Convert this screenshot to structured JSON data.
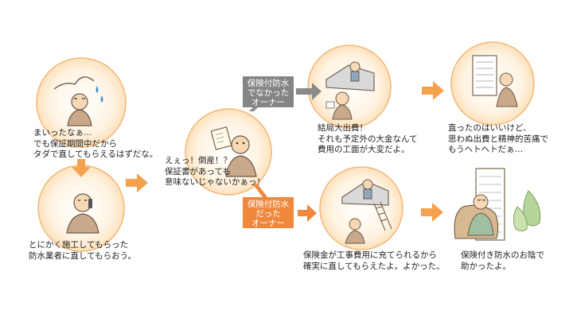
{
  "colors": {
    "arrow_orange": "#f5a24e",
    "arrow_gray": "#8a8a8a",
    "circle_fill": "#fff1dc",
    "circle_stroke": "#f2b676",
    "label_gray": "#858585",
    "label_orange": "#f0883c"
  },
  "labels": {
    "no_insurance": "保険付防水\nでなかった\nオーナー",
    "with_insurance": "保険付防水\nだった\nオーナー"
  },
  "captions": {
    "step1": "まいったなぁ…\nでも保証期間中だから\nタダで直してもらえるはずだな。",
    "step2": "とにかく施工してもらった\n防水業者に直してもらおう。",
    "step3": "えぇっ！倒産！？\n保証書があっても\n意味ないじゃないかぁっ！",
    "bad1": "結局大出費！\nそれも予定外の大金なんて\n費用の工面が大変だよ。",
    "bad2": "直ったのはいいけど、\n思わぬ出費と精神的苦痛で\nもうヘトヘトだぁ…",
    "good1": "保険金が工事費用に充てられるから\n確実に直してもらえたよ。よかった。",
    "good2": "保険付き防水のお陰で\n助かったよ。"
  }
}
